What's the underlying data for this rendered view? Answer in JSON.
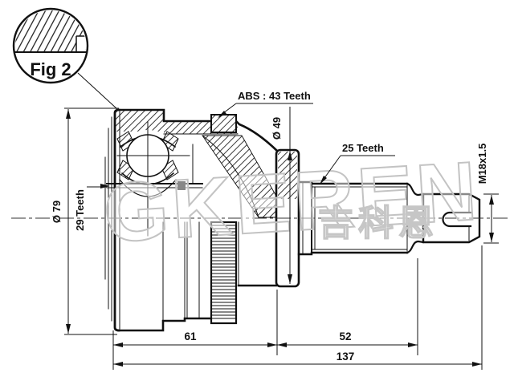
{
  "figure_label": "Fig 2",
  "callouts": {
    "abs_ring": "ABS : 43 Teeth",
    "hub_spline": "29 Teeth",
    "shaft_spline": "25 Teeth",
    "thread_spec": "M18x1.5",
    "body_diameter": "Ø 79",
    "boot_seat_diameter": "Ø 49"
  },
  "dimensions_mm": {
    "joint_length": "61",
    "shaft_length": "52",
    "overall_length": "137"
  },
  "watermark": {
    "brand": "GKEREN",
    "brand_cjk": "吉科恩",
    "color": "#c3c3c3"
  },
  "colors": {
    "background": "#ffffff",
    "line": "#111111"
  }
}
